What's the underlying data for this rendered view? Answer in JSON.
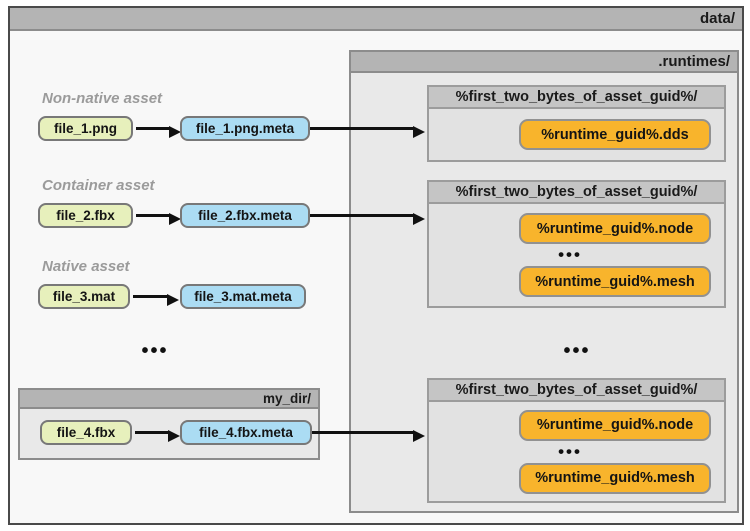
{
  "data_folder": {
    "label": "data/"
  },
  "runtimes": {
    "label": ".runtimes/",
    "ellipsis": "•••",
    "groups": [
      {
        "header": "%first_two_bytes_of_asset_guid%/",
        "items": [
          {
            "type": "file",
            "text": "%runtime_guid%.dds"
          }
        ]
      },
      {
        "header": "%first_two_bytes_of_asset_guid%/",
        "items": [
          {
            "type": "file",
            "text": "%runtime_guid%.node"
          },
          {
            "type": "ellipsis",
            "text": "•••"
          },
          {
            "type": "file",
            "text": "%runtime_guid%.mesh"
          }
        ]
      },
      {
        "header": "%first_two_bytes_of_asset_guid%/",
        "items": [
          {
            "type": "file",
            "text": "%runtime_guid%.node"
          },
          {
            "type": "ellipsis",
            "text": "•••"
          },
          {
            "type": "file",
            "text": "%runtime_guid%.mesh"
          }
        ]
      }
    ]
  },
  "assets": [
    {
      "label": "Non-native asset",
      "source": "file_1.png",
      "meta": "file_1.png.meta"
    },
    {
      "label": "Container asset",
      "source": "file_2.fbx",
      "meta": "file_2.fbx.meta"
    },
    {
      "label": "Native asset",
      "source": "file_3.mat",
      "meta": "file_3.mat.meta"
    }
  ],
  "assets_ellipsis": "•••",
  "my_dir": {
    "label": "my_dir/",
    "source": "file_4.fbx",
    "meta": "file_4.fbx.meta"
  },
  "colors": {
    "outer-border": "#4a4a4a",
    "mid-border": "#8c8c8c",
    "group-border": "#9c9c9c",
    "bar-gray": "#b4b4b4",
    "group-header": "#c5c5c5",
    "outer-bg": "#f8f8f8",
    "panel-bg": "#e9e9e9",
    "group-bg": "#e2e2e2",
    "green": "#e7f0bc",
    "blue": "#abdcf3",
    "orange": "#f8b42c",
    "orange-border": "#919191",
    "pill-border": "#787878",
    "label-gray": "#9b9b9b",
    "arrow": "#111111"
  }
}
